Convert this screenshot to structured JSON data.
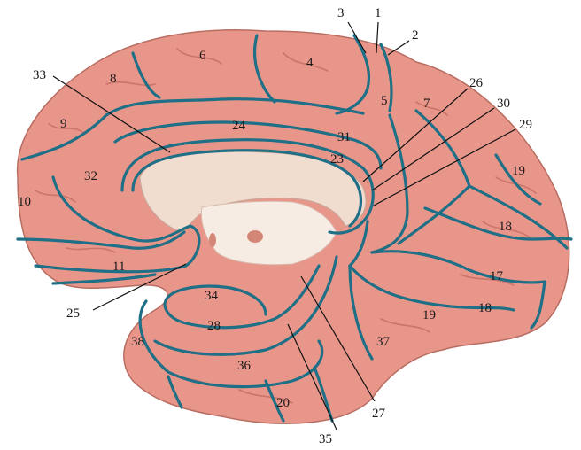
{
  "diagram": {
    "colors": {
      "cortex": "#e9968a",
      "cortex_shadow": "#c46f64",
      "sulcus_lines": "#1f6f86",
      "corpus_callosum": "#f1ddd0",
      "ventricle": "#f6ece4"
    },
    "labels": [
      {
        "id": "1",
        "text": "1"
      },
      {
        "id": "2",
        "text": "2"
      },
      {
        "id": "3",
        "text": "3"
      },
      {
        "id": "4",
        "text": "4"
      },
      {
        "id": "5",
        "text": "5"
      },
      {
        "id": "6",
        "text": "6"
      },
      {
        "id": "7",
        "text": "7"
      },
      {
        "id": "8",
        "text": "8"
      },
      {
        "id": "9",
        "text": "9"
      },
      {
        "id": "10",
        "text": "10"
      },
      {
        "id": "11",
        "text": "11"
      },
      {
        "id": "17",
        "text": "17"
      },
      {
        "id": "18a",
        "text": "18"
      },
      {
        "id": "18b",
        "text": "18"
      },
      {
        "id": "19a",
        "text": "19"
      },
      {
        "id": "19b",
        "text": "19"
      },
      {
        "id": "20",
        "text": "20"
      },
      {
        "id": "23",
        "text": "23"
      },
      {
        "id": "24",
        "text": "24"
      },
      {
        "id": "25",
        "text": "25"
      },
      {
        "id": "26",
        "text": "26"
      },
      {
        "id": "27",
        "text": "27"
      },
      {
        "id": "28",
        "text": "28"
      },
      {
        "id": "29",
        "text": "29"
      },
      {
        "id": "30",
        "text": "30"
      },
      {
        "id": "31",
        "text": "31"
      },
      {
        "id": "32",
        "text": "32"
      },
      {
        "id": "33",
        "text": "33"
      },
      {
        "id": "34",
        "text": "34"
      },
      {
        "id": "35",
        "text": "35"
      },
      {
        "id": "36",
        "text": "36"
      },
      {
        "id": "37",
        "text": "37"
      },
      {
        "id": "38",
        "text": "38"
      }
    ]
  }
}
